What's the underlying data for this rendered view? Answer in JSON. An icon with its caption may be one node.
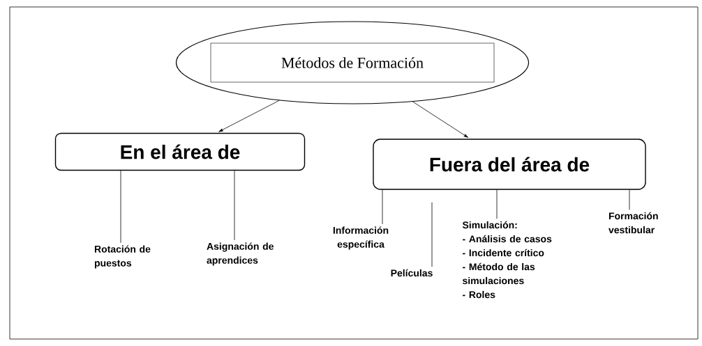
{
  "diagram": {
    "nodes": [
      {
        "text": [],
        "shape": "ellipse"
      },
      {
        "text": [
          "Métodos de Formación"
        ],
        "in": 0
      },
      {
        "text": [
          "En el área de"
        ]
      },
      {
        "text": [
          "Fuera del área de"
        ]
      },
      {
        "text": [
          "Rotación de puestos"
        ]
      },
      {
        "text": [
          "Asignación de aprendices"
        ]
      },
      {
        "text": [
          "Información específica"
        ]
      },
      {
        "text": [
          "Películas"
        ]
      },
      {
        "text": [
          "Simulación:",
          "- Análisis de casos",
          "- Incidente crítico",
          "- Método de las simulaciones",
          "- Roles"
        ]
      },
      {
        "text": [
          "Formación vestibular"
        ]
      }
    ],
    "edges": [
      {
        "from": 0,
        "to": 2,
        "arrow": "to"
      },
      {
        "from": 0,
        "to": 3,
        "arrow": "to"
      },
      {
        "from": 2,
        "to": 4,
        "arrow": "none"
      },
      {
        "from": 2,
        "to": 5,
        "arrow": "none"
      },
      {
        "from": 3,
        "to": 6,
        "arrow": "none"
      },
      {
        "from": 3,
        "to": 7,
        "arrow": "none"
      },
      {
        "from": 3,
        "to": 8,
        "arrow": "none"
      },
      {
        "from": 3,
        "to": 9,
        "arrow": "none"
      }
    ]
  }
}
